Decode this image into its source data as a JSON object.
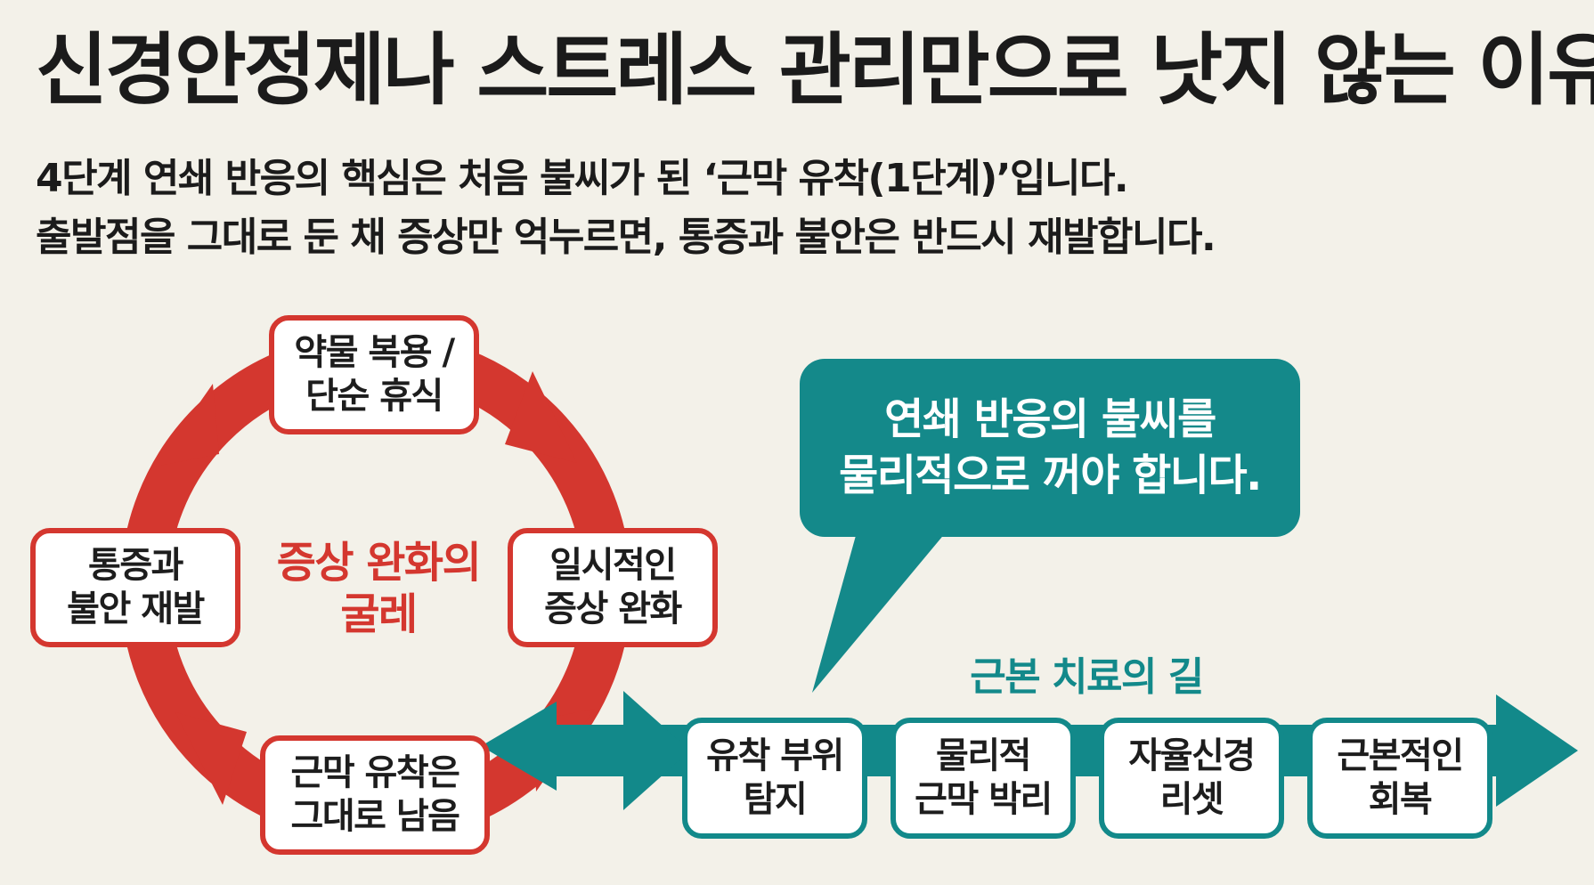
{
  "header": {
    "title": "신경안정제나 스트레스 관리만으로 낫지 않는 이유",
    "subtitle_line1": "4단계 연쇄 반응의 핵심은 처음 불씨가 된 ‘근막 유착(1단계)’입니다.",
    "subtitle_line2": "출발점을 그대로 둔 채 증상만 억누르면, 통증과 불안은 반드시 재발합니다."
  },
  "cycle": {
    "center_label": "증상 완화의\n굴레",
    "nodes": {
      "top": "약물 복용 /\n단순 휴식",
      "right": "일시적인\n증상 완화",
      "bottom": "근막 유착은\n그대로 남음",
      "left": "통증과\n불안 재발"
    }
  },
  "callout": {
    "text": "연쇄 반응의 불씨를\n물리적으로 꺼야 합니다."
  },
  "path": {
    "label": "근본 치료의 길",
    "steps": [
      {
        "label": "유착 부위\n탐지"
      },
      {
        "label": "물리적\n근막 박리"
      },
      {
        "label": "자율신경\n리셋"
      },
      {
        "label": "근본적인\n회복"
      }
    ]
  },
  "colors": {
    "background": "#f3f1e9",
    "cycle_red": "#d4372f",
    "teal": "#12898a",
    "text": "#1b1b1b"
  }
}
